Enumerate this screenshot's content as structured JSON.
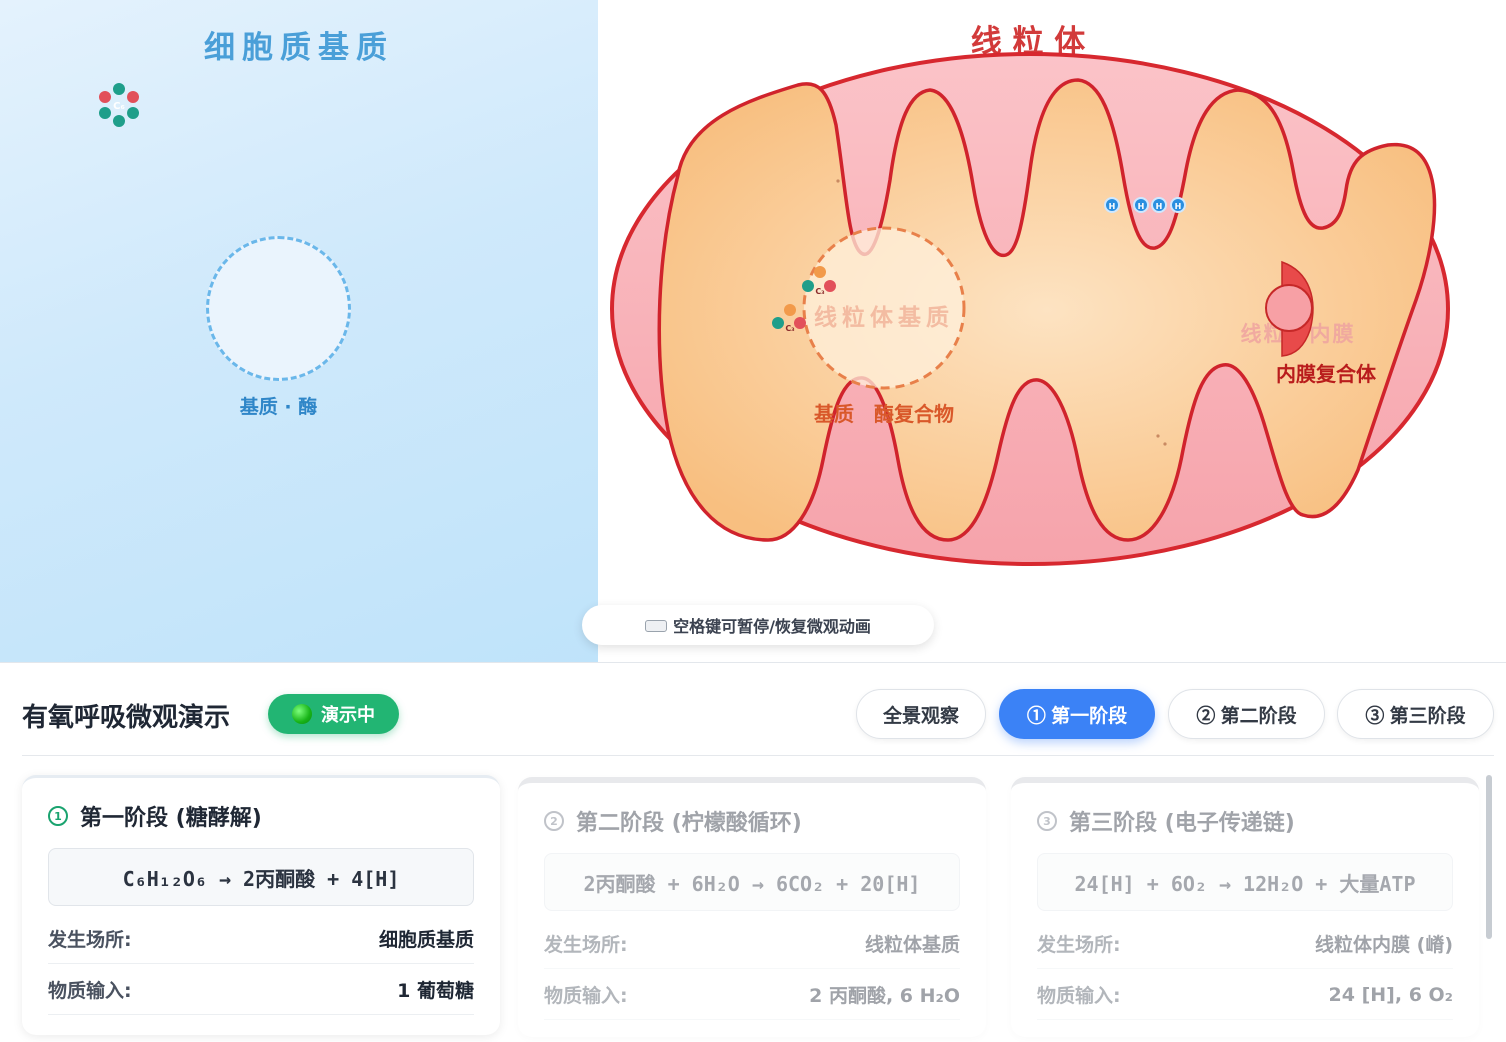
{
  "stage": {
    "cytoplasm_title": "细胞质基质",
    "enzyme_label": "基质 · 酶",
    "c6_label": "C₆",
    "mito_title": "线 粒 体",
    "matrix_label": "线粒体基质",
    "matrix_complex_label": "基质　酶复合物",
    "inner_membrane_label": "线粒体内膜",
    "membrane_complex_label": "内膜复合体",
    "c3_label": "C₃",
    "h_label": "H",
    "hint": "空格键可暂停/恢复微观动画"
  },
  "panel": {
    "title": "有氧呼吸微观演示",
    "status": "演示中",
    "buttons": {
      "overview": "全景观察",
      "stage1": "① 第一阶段",
      "stage2": "② 第二阶段",
      "stage3": "③ 第三阶段"
    },
    "active_button": "stage1"
  },
  "cards": [
    {
      "num": "1",
      "title": "第一阶段 (糖酵解)",
      "equation": "C₆H₁₂O₆ → 2丙酮酸 + 4[H]",
      "site_key": "发生场所:",
      "site_value": "细胞质基质",
      "input_key": "物质输入:",
      "input_value": "1 葡萄糖"
    },
    {
      "num": "2",
      "title": "第二阶段 (柠檬酸循环)",
      "equation": "2丙酮酸 + 6H₂O → 6CO₂ + 20[H]",
      "site_key": "发生场所:",
      "site_value": "线粒体基质",
      "input_key": "物质输入:",
      "input_value": "2 丙酮酸, 6 H₂O"
    },
    {
      "num": "3",
      "title": "第三阶段 (电子传递链)",
      "equation": "24[H] + 6O₂ → 12H₂O + 大量ATP",
      "site_key": "发生场所:",
      "site_value": "线粒体内膜 (嵴)",
      "input_key": "物质输入:",
      "input_value": "24 [H], 6 O₂"
    }
  ],
  "colors": {
    "cytoplasm_bg": "#cfe9fb",
    "outer_membrane": "#f5a5ad",
    "membrane_stroke": "#d7282f",
    "matrix": "#fbcf9b",
    "active_blue": "#3b82f6",
    "status_green": "#22b573"
  }
}
